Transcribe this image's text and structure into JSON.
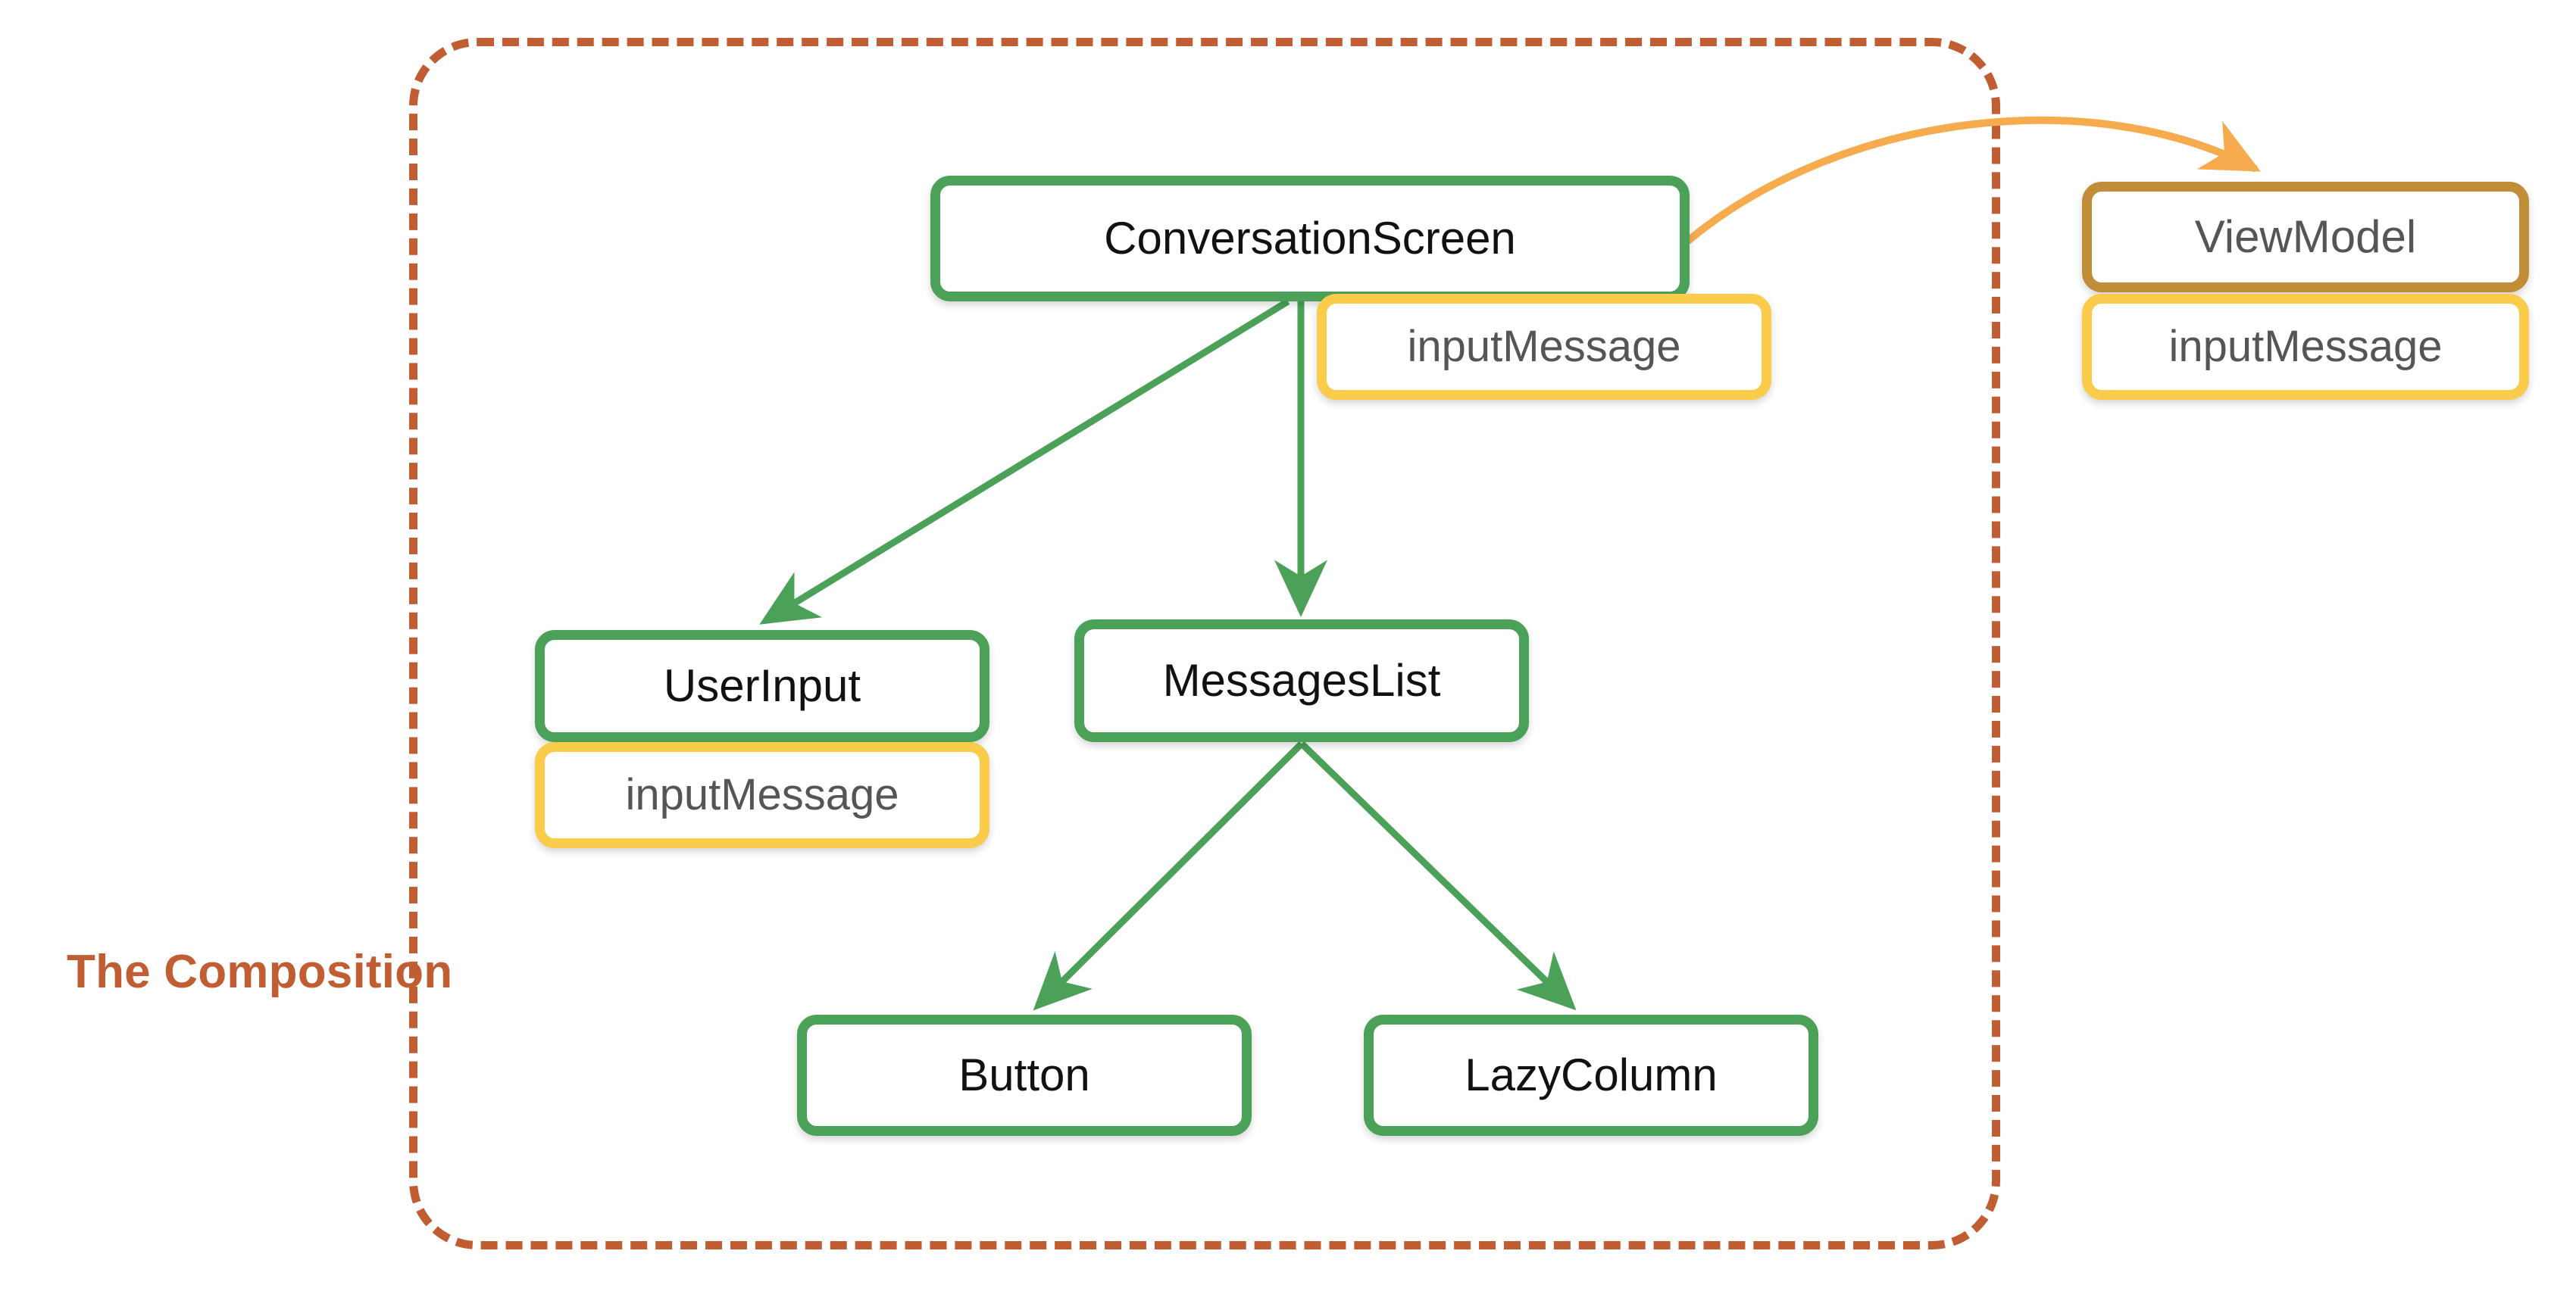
{
  "diagram": {
    "title": "The Composition",
    "boundary_label": "The Composition",
    "colors": {
      "composable_border": "#4CA158",
      "state_border": "#FBCB4C",
      "viewmodel_border": "#C08E38",
      "boundary": "#C05D33",
      "arrow_green": "#4CA158",
      "arrow_orange": "#F5AB4E",
      "node_text": "#111111",
      "state_text": "#555555",
      "background": "#FFFFFF"
    },
    "nodes": [
      {
        "id": "conversation-screen",
        "label": "ConversationScreen",
        "kind": "composable"
      },
      {
        "id": "conversation-state",
        "label": "inputMessage",
        "kind": "state"
      },
      {
        "id": "view-model",
        "label": "ViewModel",
        "kind": "viewmodel"
      },
      {
        "id": "view-model-state",
        "label": "inputMessage",
        "kind": "state"
      },
      {
        "id": "user-input",
        "label": "UserInput",
        "kind": "composable"
      },
      {
        "id": "user-input-state",
        "label": "inputMessage",
        "kind": "state"
      },
      {
        "id": "messages-list",
        "label": "MessagesList",
        "kind": "composable"
      },
      {
        "id": "button",
        "label": "Button",
        "kind": "composable"
      },
      {
        "id": "lazy-column",
        "label": "LazyColumn",
        "kind": "composable"
      }
    ],
    "edges": [
      {
        "from": "conversation-screen",
        "to": "user-input",
        "color": "green"
      },
      {
        "from": "conversation-screen",
        "to": "messages-list",
        "color": "green"
      },
      {
        "from": "conversation-screen",
        "to": "view-model",
        "color": "orange"
      },
      {
        "from": "messages-list",
        "to": "button",
        "color": "green"
      },
      {
        "from": "messages-list",
        "to": "lazy-column",
        "color": "green"
      }
    ]
  }
}
